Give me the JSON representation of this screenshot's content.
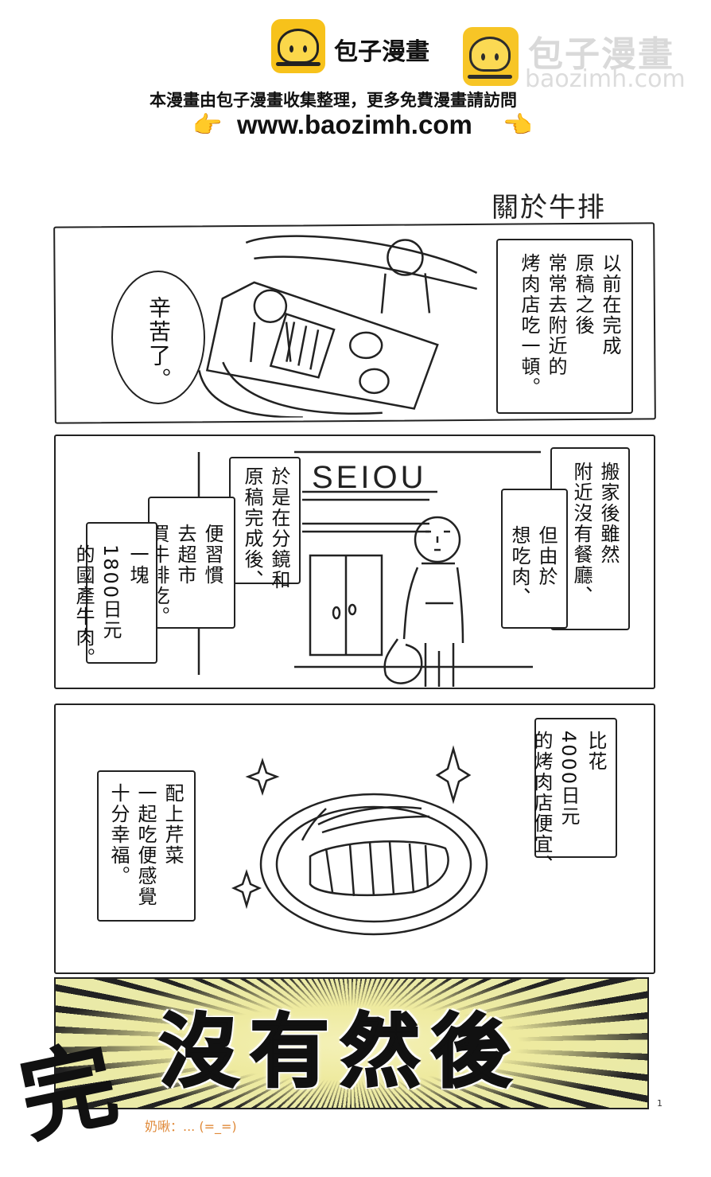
{
  "header": {
    "brand_name": "包子漫畫",
    "brand_ghost": "包子漫畫",
    "brand_ghost_url": "baozimh.com",
    "notice": "本漫畫由包子漫畫收集整理，更多免費漫畫請訪問",
    "url": "www.baozimh.com",
    "hand_left": "👉",
    "hand_right": "👈",
    "logo_icon": "steamed-bun-logo",
    "accent_color": "#f7c21b"
  },
  "comic": {
    "title": "關於牛排",
    "panel1": {
      "speech": "辛苦了。",
      "caption": "以前在完成\n原稿之後\n常常去附近的\n烤肉店吃一頓。"
    },
    "panel2": {
      "store_sign": "SEIOU",
      "caption_right": "搬家後雖然\n附近沒有餐廳、",
      "caption_right2": "但由於\n想吃肉、",
      "caption_mid": "於是在分鏡和\n原稿完成後、",
      "caption_left2": "便習慣\n去超市\n買牛排吃。",
      "caption_left": "一塊\n1800日元\n的國產牛肉。"
    },
    "panel3": {
      "caption_right": "比花\n4000日元\n的烤肉店便宜、",
      "caption_left": "配上芹菜\n一起吃便感覺\n十分幸福。"
    },
    "ending": {
      "brush_char": "完",
      "banner_text": "沒有然後",
      "translator_note": "奶啾：...  (=_=)",
      "page_number": "1",
      "note_color": "#e08a3a",
      "banner_color": "#eeea9f"
    }
  }
}
